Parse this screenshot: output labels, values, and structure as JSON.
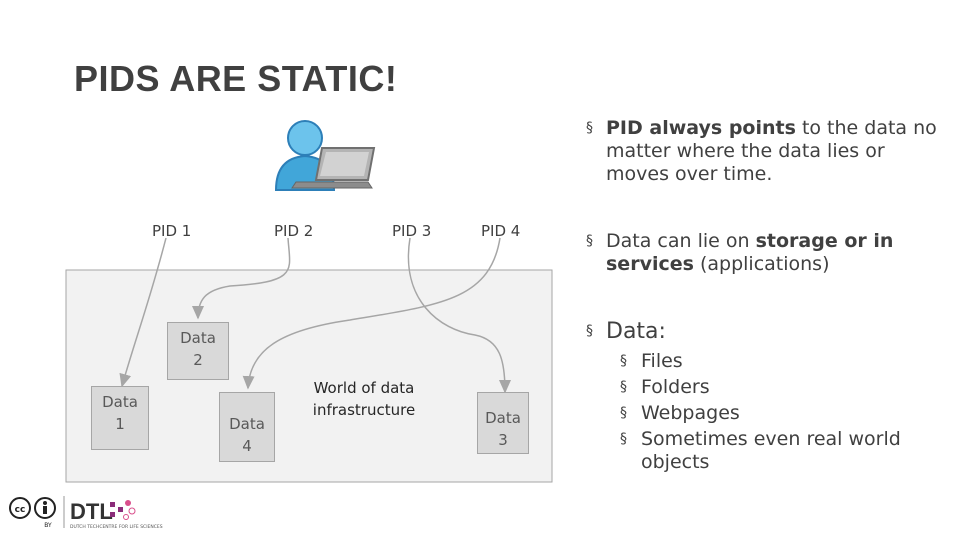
{
  "slide": {
    "title": "PIDS ARE STATIC!"
  },
  "diagram": {
    "pids": [
      "PID 1",
      "PID 2",
      "PID 3",
      "PID 4"
    ],
    "data_tiles": [
      {
        "line1": "Data",
        "line2": "2"
      },
      {
        "line1": "Data",
        "line2": "1"
      },
      {
        "line1": "Data",
        "line2": "4"
      },
      {
        "line1": "Data",
        "line2": "3"
      }
    ],
    "infrastructure_label": "World of data infrastructure"
  },
  "bullets": {
    "b1_bold": "PID always points",
    "b1_rest": " to the data no matter where the data lies or moves over time.",
    "b2_pre": "Data can lie on ",
    "b2_bold1": "storage or in services",
    "b2_post": " (applications)",
    "b3": "Data:",
    "sub_items": [
      "Files",
      "Folders",
      "Webpages",
      "Sometimes even real world objects"
    ],
    "marker": "§"
  },
  "footer": {
    "logo_text": "DTL",
    "logo_subtext": "DUTCH TECHCENTRE FOR LIFE SCIENCES",
    "cc_label": "BY"
  },
  "colors": {
    "title": "#404040",
    "frame_fill": "#f2f2f2",
    "tile_fill": "#d9d9d9",
    "arrow": "#a6a6a6",
    "user_blue": "#41a6d9"
  }
}
